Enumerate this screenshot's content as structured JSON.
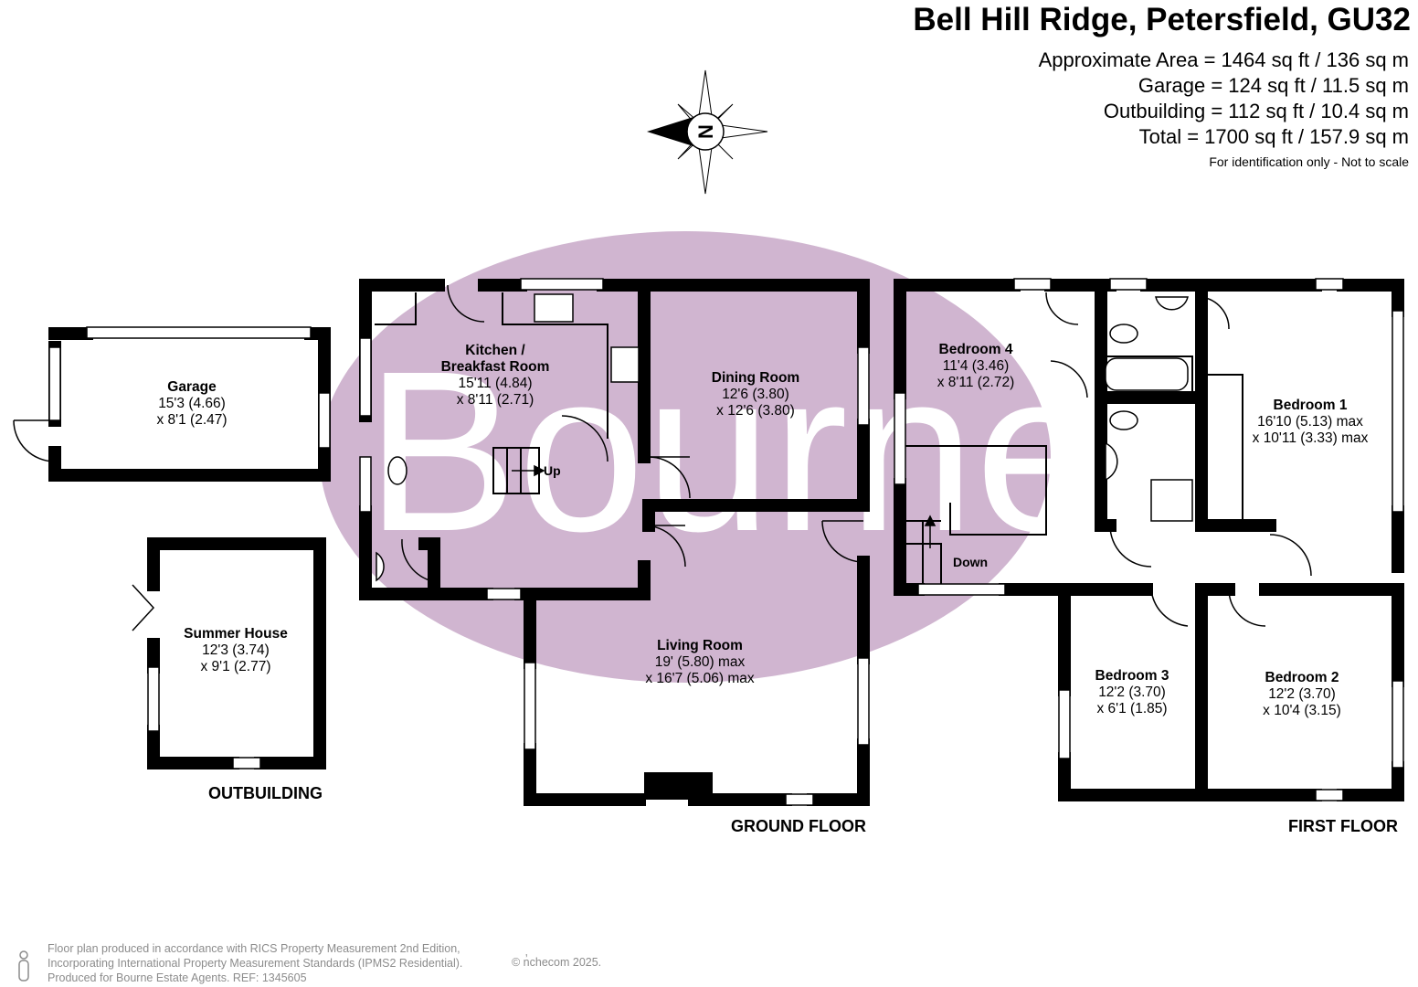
{
  "header": {
    "title": "Bell Hill Ridge, Petersfield, GU32",
    "areas": [
      "Approximate Area = 1464 sq ft / 136 sq m",
      "Garage = 124 sq ft / 11.5 sq m",
      "Outbuilding = 112 sq ft / 10.4 sq m",
      "Total = 1700 sq ft / 157.9 sq m"
    ],
    "disclaimer": "For identification only - Not to scale"
  },
  "compass": {
    "letter": "N"
  },
  "watermark": {
    "text": "Bourne",
    "color": "#c8a8c8"
  },
  "rooms": {
    "garage": {
      "name": "Garage",
      "dim1": "15'3 (4.66)",
      "dim2": "x 8'1 (2.47)"
    },
    "summer_house": {
      "name": "Summer House",
      "dim1": "12'3 (3.74)",
      "dim2": "x 9'1 (2.77)"
    },
    "kitchen": {
      "name1": "Kitchen /",
      "name2": "Breakfast Room",
      "dim1": "15'11 (4.84)",
      "dim2": "x 8'11 (2.71)"
    },
    "dining": {
      "name": "Dining Room",
      "dim1": "12'6 (3.80)",
      "dim2": "x 12'6 (3.80)"
    },
    "living": {
      "name": "Living Room",
      "dim1": "19' (5.80) max",
      "dim2": "x 16'7 (5.06) max"
    },
    "bedroom4": {
      "name": "Bedroom 4",
      "dim1": "11'4 (3.46)",
      "dim2": "x 8'11 (2.72)"
    },
    "bedroom1": {
      "name": "Bedroom 1",
      "dim1": "16'10 (5.13) max",
      "dim2": "x 10'11 (3.33) max"
    },
    "bedroom3": {
      "name": "Bedroom 3",
      "dim1": "12'2 (3.70)",
      "dim2": "x 6'1 (1.85)"
    },
    "bedroom2": {
      "name": "Bedroom 2",
      "dim1": "12'2 (3.70)",
      "dim2": "x 10'4 (3.15)"
    }
  },
  "stairs": {
    "up": "Up",
    "down": "Down"
  },
  "floors": {
    "outbuilding": "OUTBUILDING",
    "ground": "GROUND FLOOR",
    "first": "FIRST FLOOR"
  },
  "footer": {
    "line1": "Floor plan produced in accordance with RICS Property Measurement 2nd Edition,",
    "line2": "Incorporating International Property Measurement Standards (IPMS2 Residential).",
    "line3": "Produced for Bourne Estate Agents.   REF:  1345605",
    "copyright": "© n̓checom 2025."
  }
}
